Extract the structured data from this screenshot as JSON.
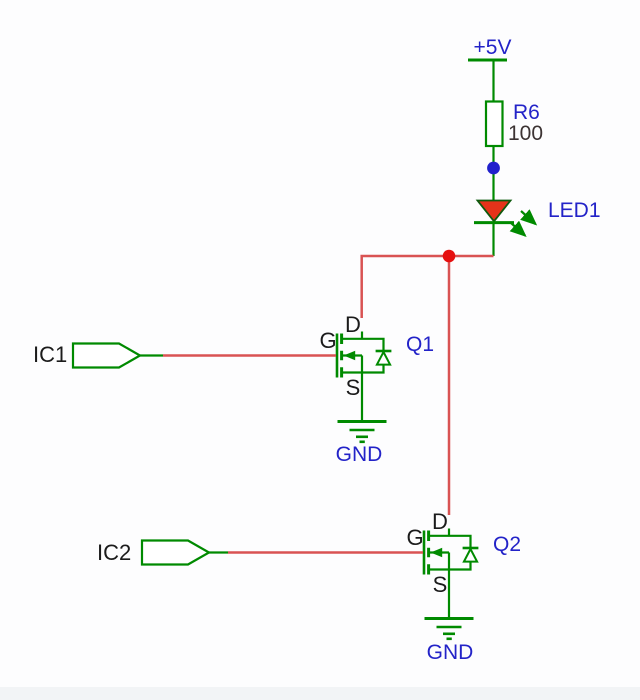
{
  "schematic": {
    "power_rail": {
      "label": "+5V"
    },
    "resistor": {
      "ref": "R6",
      "value": "100"
    },
    "led": {
      "ref": "LED1"
    },
    "q1": {
      "ref": "Q1",
      "pin_d": "D",
      "pin_g": "G",
      "pin_s": "S"
    },
    "q2": {
      "ref": "Q2",
      "pin_d": "D",
      "pin_g": "G",
      "pin_s": "S"
    },
    "gnd1": {
      "label": "GND"
    },
    "gnd2": {
      "label": "GND"
    },
    "input1": {
      "label": "IC1"
    },
    "input2": {
      "label": "IC2"
    }
  },
  "colors": {
    "wire_green": "#008a00",
    "wire_red": "#d95353",
    "junction_red": "#e60f0f",
    "junction_blue": "#2121cc",
    "led_fill": "#e5331a",
    "label_blue": "#2323c8",
    "label_black": "#1b1b1b",
    "value_dark": "#3c3333",
    "background": "#fdfdfe"
  }
}
